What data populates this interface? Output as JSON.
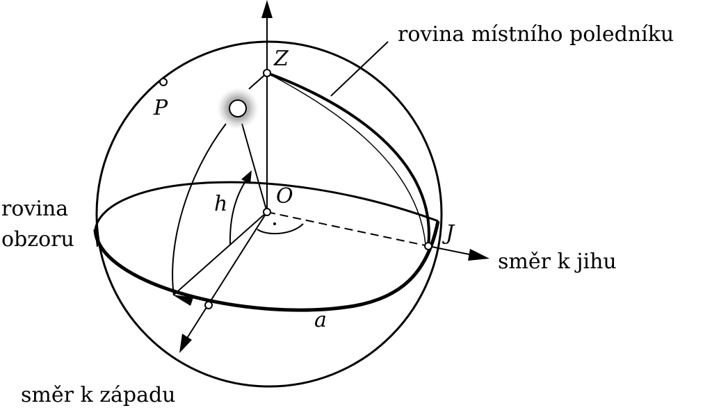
{
  "labels": {
    "meridian_plane": "rovina místního poledníku",
    "horizon_plane_line1": "rovina",
    "horizon_plane_line2": "obzoru",
    "south_direction": "směr k jihu",
    "west_direction": "směr k západu",
    "zenith": "Z",
    "observer": "O",
    "pole": "P",
    "south_point": "J",
    "altitude": "h",
    "azimuth": "a"
  },
  "colors": {
    "stroke": "#000000",
    "background": "#ffffff",
    "star_glow": "#7a7a7a"
  }
}
